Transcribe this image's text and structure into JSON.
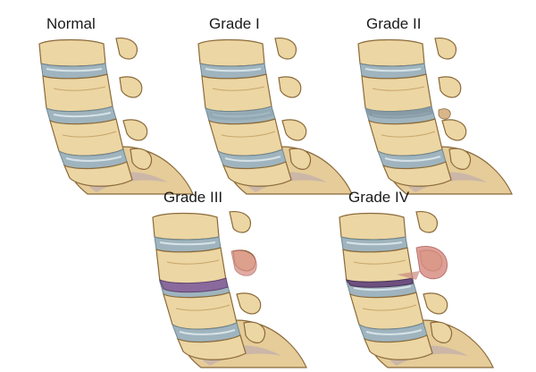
{
  "figure": {
    "panels": [
      {
        "id": "normal",
        "label": "Normal"
      },
      {
        "id": "grade-1",
        "label": "Grade I"
      },
      {
        "id": "grade-2",
        "label": "Grade II"
      },
      {
        "id": "grade-3",
        "label": "Grade III"
      },
      {
        "id": "grade-4",
        "label": "Grade IV"
      }
    ]
  },
  "colors": {
    "bone": "#ecd6a3",
    "bone_shadow": "#c9a66b",
    "bone_outline": "#8b6a3a",
    "disc": "#9fb4be",
    "disc_highlight": "#d7e3e8",
    "cartilage": "#bfd0d8",
    "inflamed_disc": "#8a6a9c",
    "inflamed_tissue": "#d98f86",
    "sacrum_shade": "#b9a7b3"
  }
}
